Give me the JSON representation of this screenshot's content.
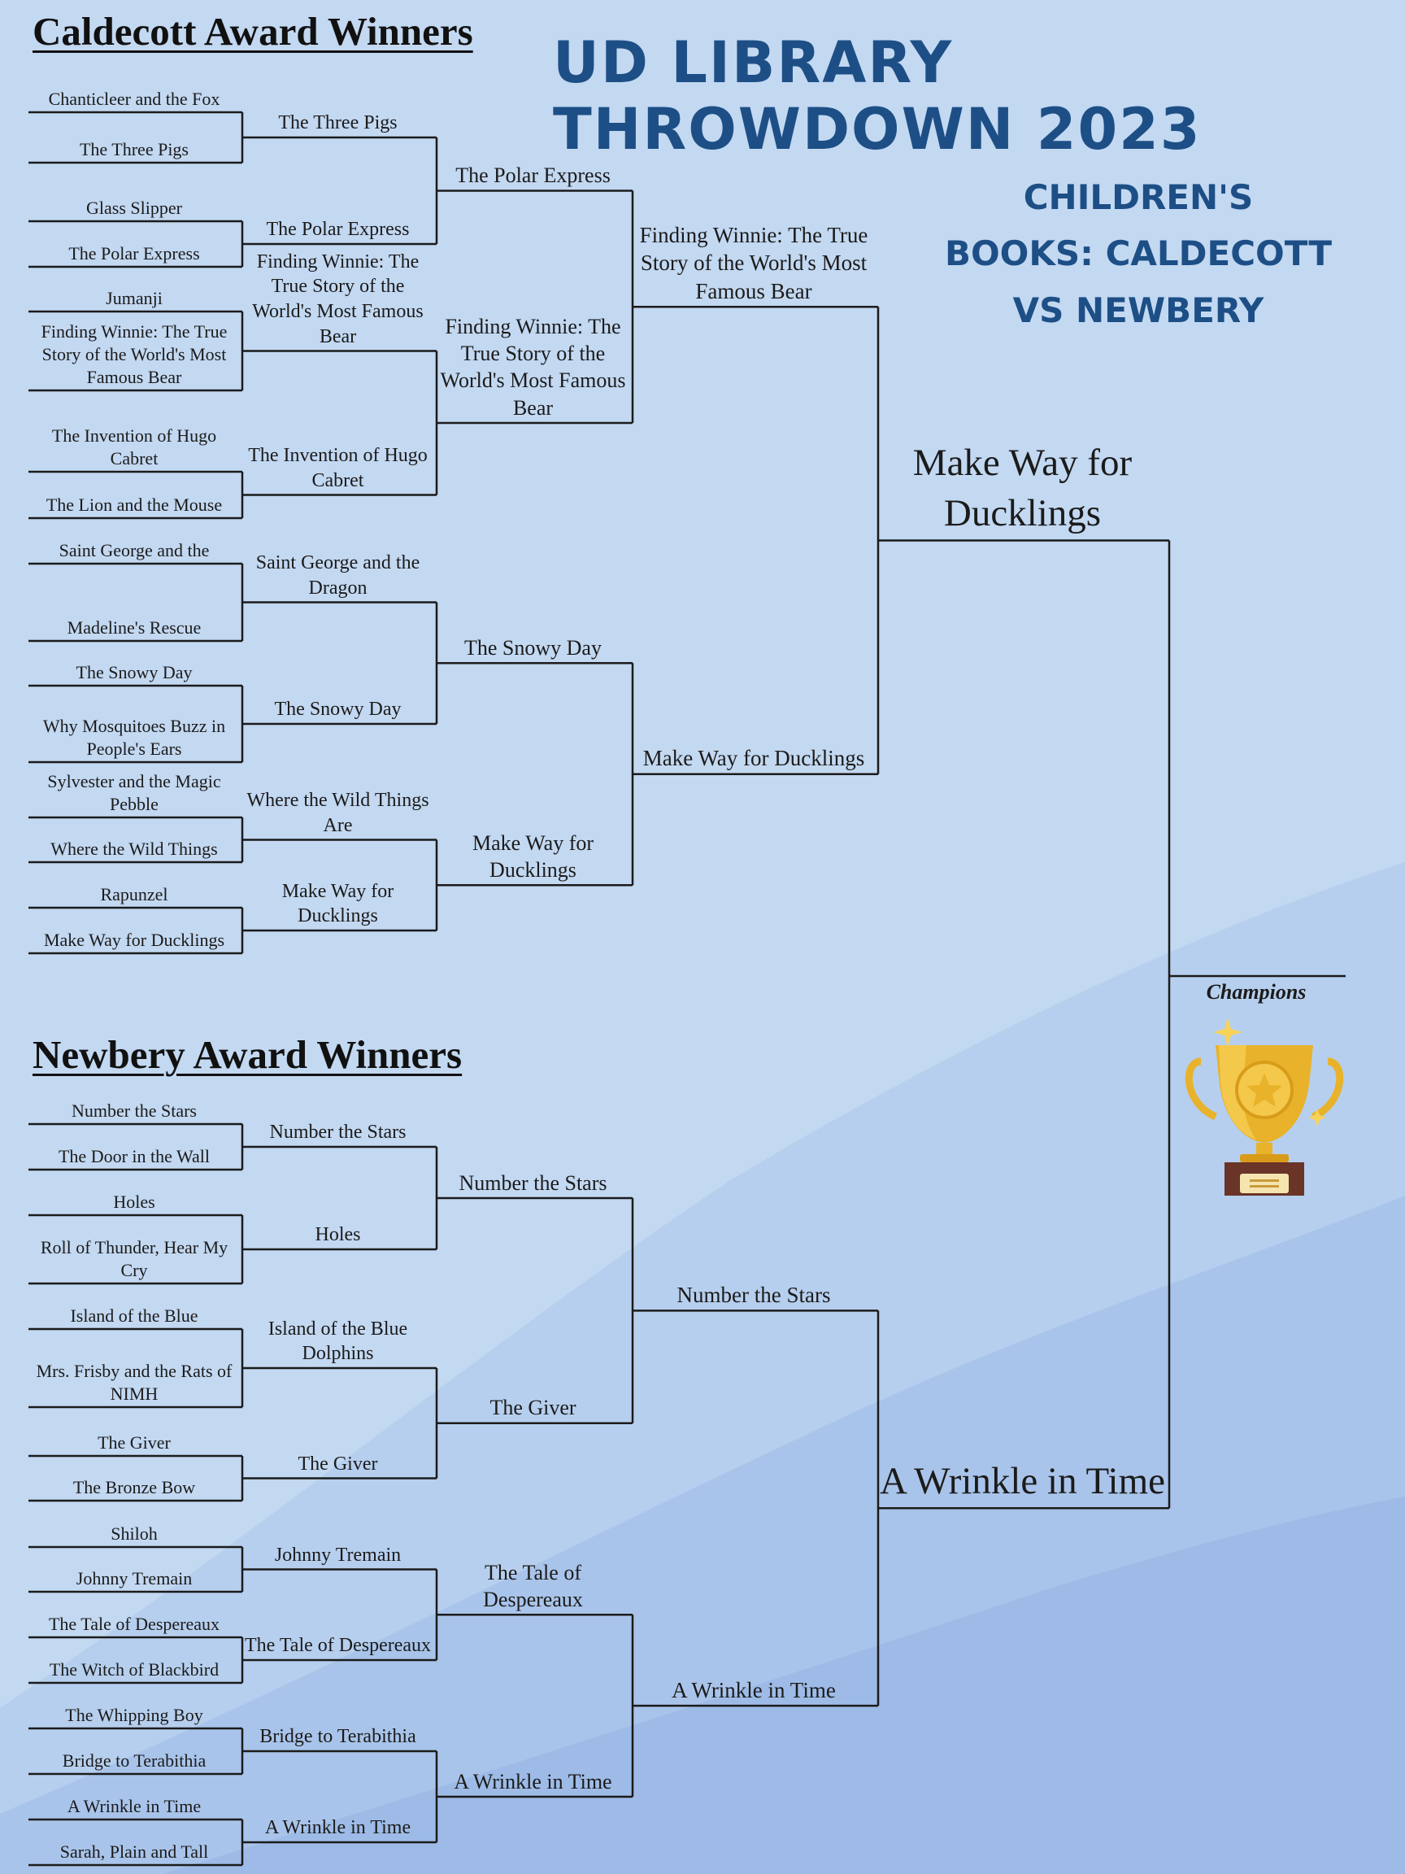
{
  "header": {
    "title": "UD LIBRARY THROWDOWN 2023",
    "subtitle": "Children's Books: Caldecott vs Newbery"
  },
  "colors": {
    "background": "#c3d8f1",
    "title_blue": "#1d4f86",
    "line": "#1b1b1b",
    "trophy_gold": "#e8b22a",
    "trophy_base": "#6a3428"
  },
  "caldecott": {
    "title": "Caldecott Award Winners",
    "round1": [
      "Chanticleer and the Fox",
      "The Three Pigs",
      "Glass Slipper",
      "The Polar Express",
      "Jumanji",
      "Finding Winnie: The True Story of the World's Most Famous Bear",
      "The Invention of Hugo Cabret",
      "The Lion and the Mouse",
      "Saint George and the",
      "Madeline's Rescue",
      "The Snowy Day",
      "Why Mosquitoes Buzz in People's Ears",
      "Sylvester and the Magic Pebble",
      "Where the Wild Things",
      "Rapunzel",
      "Make Way for Ducklings"
    ],
    "round2": [
      "The Three Pigs",
      "The Polar Express",
      "Finding Winnie: The True Story of the World's Most Famous Bear",
      "The Invention of Hugo Cabret",
      "Saint George and the Dragon",
      "The Snowy Day",
      "Where the Wild Things Are",
      "Make Way for Ducklings"
    ],
    "round3": [
      "The Polar Express",
      "Finding Winnie: The True Story of the World's Most Famous Bear",
      "The Snowy Day",
      "Make Way for Ducklings"
    ],
    "round4": [
      "Finding Winnie: The True Story of the World's Most Famous Bear",
      "Make Way for Ducklings"
    ],
    "finalist": "Make Way for Ducklings"
  },
  "newbery": {
    "title": "Newbery Award Winners",
    "round1": [
      "Number the Stars",
      "The Door in the Wall",
      "Holes",
      "Roll of Thunder, Hear My Cry",
      "Island of the Blue",
      "Mrs. Frisby and the Rats of NIMH",
      "The Giver",
      "The Bronze Bow",
      "Shiloh",
      "Johnny Tremain",
      "The Tale of Despereaux",
      "The Witch of Blackbird",
      "The Whipping Boy",
      "Bridge to Terabithia",
      "A Wrinkle in Time",
      "Sarah, Plain and Tall"
    ],
    "round2": [
      "Number the Stars",
      "Holes",
      "Island of the Blue Dolphins",
      "The Giver",
      "Johnny Tremain",
      "The Tale of Despereaux",
      "Bridge to Terabithia",
      "A Wrinkle in Time"
    ],
    "round3": [
      "Number the Stars",
      "The Giver",
      "The Tale of Despereaux",
      "A Wrinkle in Time"
    ],
    "round4": [
      "Number the Stars",
      "A Wrinkle in Time"
    ],
    "finalist": "A Wrinkle in Time"
  },
  "champion": {
    "label": "Champions",
    "winner": ""
  },
  "icons": {
    "trophy": "trophy-icon"
  }
}
